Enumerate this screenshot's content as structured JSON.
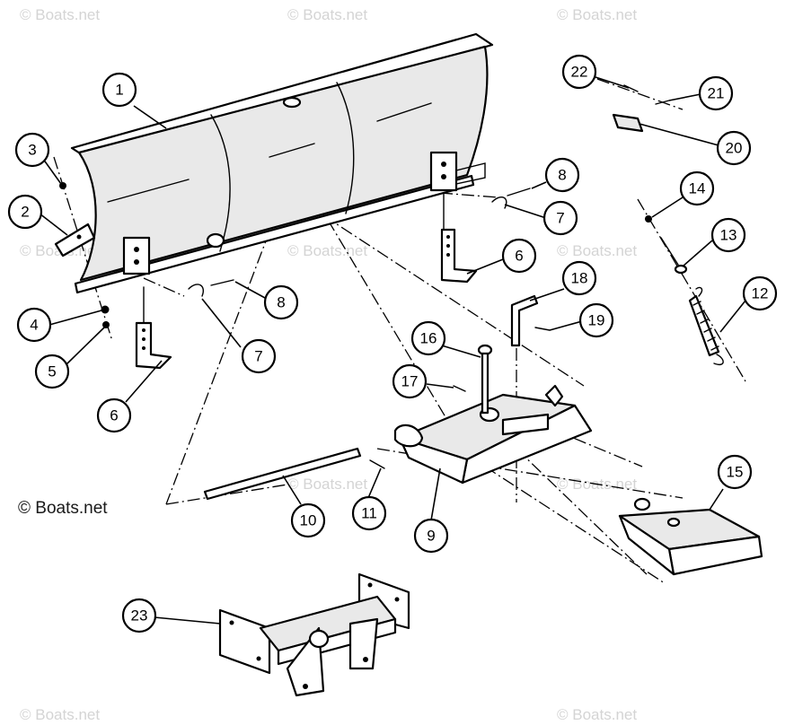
{
  "watermark_text": "© Boats.net",
  "copyright_text": "© Boats.net",
  "callouts": [
    {
      "id": "c1",
      "label": "1"
    },
    {
      "id": "c2",
      "label": "2"
    },
    {
      "id": "c3",
      "label": "3"
    },
    {
      "id": "c4",
      "label": "4"
    },
    {
      "id": "c5",
      "label": "5"
    },
    {
      "id": "c6a",
      "label": "6"
    },
    {
      "id": "c6b",
      "label": "6"
    },
    {
      "id": "c7a",
      "label": "7"
    },
    {
      "id": "c7b",
      "label": "7"
    },
    {
      "id": "c8a",
      "label": "8"
    },
    {
      "id": "c8b",
      "label": "8"
    },
    {
      "id": "c9",
      "label": "9"
    },
    {
      "id": "c10",
      "label": "10"
    },
    {
      "id": "c11",
      "label": "11"
    },
    {
      "id": "c12",
      "label": "12"
    },
    {
      "id": "c13",
      "label": "13"
    },
    {
      "id": "c14",
      "label": "14"
    },
    {
      "id": "c15",
      "label": "15"
    },
    {
      "id": "c16",
      "label": "16"
    },
    {
      "id": "c17",
      "label": "17"
    },
    {
      "id": "c18",
      "label": "18"
    },
    {
      "id": "c19",
      "label": "19"
    },
    {
      "id": "c20",
      "label": "20"
    },
    {
      "id": "c21",
      "label": "21"
    },
    {
      "id": "c22",
      "label": "22"
    },
    {
      "id": "c23",
      "label": "23"
    }
  ]
}
